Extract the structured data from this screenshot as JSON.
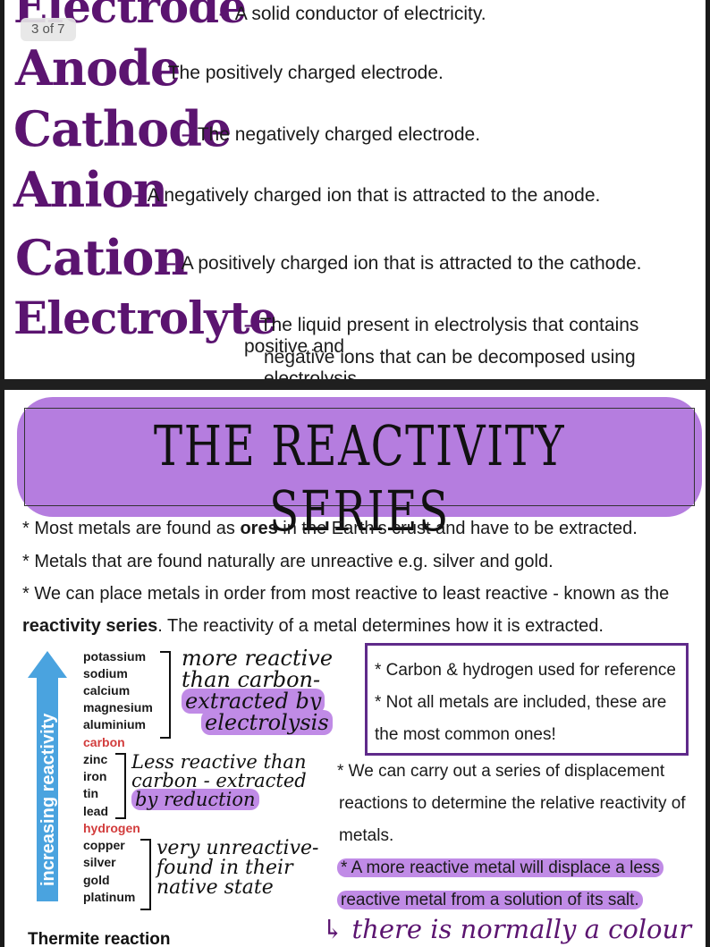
{
  "viewer": {
    "page_counter": "3 of 7"
  },
  "definitions": [
    {
      "term": "Electrode",
      "definition": "A solid conductor of electricity."
    },
    {
      "term": "Anode",
      "definition": "The positively charged electrode."
    },
    {
      "term": "Cathode",
      "definition": "The negatively charged electrode."
    },
    {
      "term": "Anion",
      "definition": "A negatively charged ion that is attracted to the anode."
    },
    {
      "term": "Cation",
      "definition": "A positively charged ion that is attracted to the cathode."
    },
    {
      "term": "Electrolyte",
      "definition": "The liquid present in electrolysis that contains positive and",
      "definition_2": "negative ions that can be decomposed using electrolysis."
    }
  ],
  "section": {
    "title": "THE REACTIVITY SERIES",
    "bullets": [
      {
        "pre": "Most metals are found as ",
        "bold": "ores",
        "post": " in the Earth’s crust and have to be extracted."
      },
      {
        "pre": "Metals that are found naturally are unreactive e.g. silver and gold.",
        "bold": "",
        "post": ""
      },
      {
        "pre": "We can place metals in order from most reactive to least reactive - known as the",
        "bold": "",
        "post": ""
      }
    ],
    "bullet_3_line2_bold": "reactivity series",
    "bullet_3_line2_rest": ". The reactivity of a metal determines how it is extracted."
  },
  "series": {
    "arrow_label": "increasing reactivity",
    "metals": [
      "potassium",
      "sodium",
      "calcium",
      "magnesium",
      "aluminium",
      "carbon",
      "zinc",
      "iron",
      "tin",
      "lead",
      "hydrogen",
      "copper",
      "silver",
      "gold",
      "platinum"
    ],
    "red_metals": [
      "carbon",
      "hydrogen"
    ],
    "group_1_note": [
      "more reactive",
      "than carbon-",
      "extracted by",
      "electrolysis"
    ],
    "group_2_note": [
      "Less reactive than",
      "carbon - extracted",
      "by reduction"
    ],
    "group_3_note": [
      "very unreactive-",
      "found in their",
      "native state"
    ]
  },
  "info_box": {
    "line_1": "* Carbon & hydrogen used for reference",
    "line_2": "* Not all metals are included, these are",
    "line_3": "the most common ones!"
  },
  "displacement": {
    "line_1": "* We can carry out a series of displacement",
    "line_2": "reactions to determine the relative reactivity of",
    "line_3": "metals.",
    "line_4": "* A more reactive metal will displace a less",
    "line_5": "reactive metal from a solution of its salt.",
    "line_6": "↳ there is normally a colour change"
  },
  "thermite": {
    "label": "Thermite reaction"
  },
  "colors": {
    "purple_ink": "#5b1470",
    "highlight": "#b57ddf",
    "arrow_blue": "#4aa3df",
    "red": "#d23c3c"
  }
}
